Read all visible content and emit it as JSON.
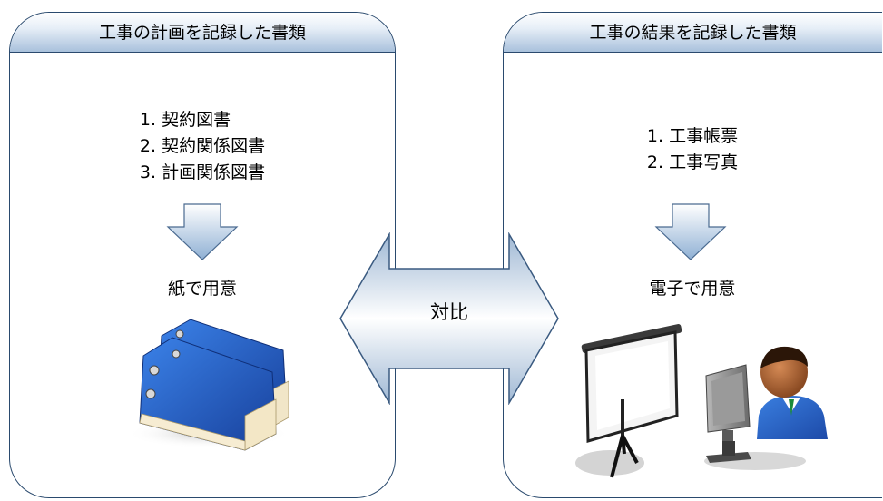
{
  "left_panel": {
    "title": "工事の計画を記録した書類",
    "items": [
      "1. 契約図書",
      "2. 契約関係図書",
      "3. 計画関係図書"
    ],
    "result": "紙で用意",
    "illustration": "binder-icon"
  },
  "right_panel": {
    "title": "工事の結果を記録した書類",
    "items": [
      "1. 工事帳票",
      "2. 工事写真"
    ],
    "result": "電子で用意",
    "illustrations": [
      "projector-screen-icon",
      "computer-user-icon"
    ]
  },
  "center": {
    "label": "対比",
    "icon": "double-arrow-icon"
  },
  "colors": {
    "border": "#2a4a6e",
    "header_gradient_end": "#a9c1dc",
    "arrow_fill_light": "#ffffff",
    "arrow_fill_dark": "#93aecb",
    "binder_blue": "#1f5fc8"
  }
}
